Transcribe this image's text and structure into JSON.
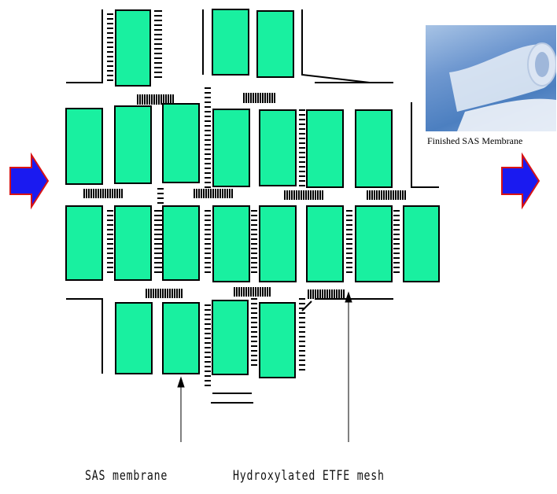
{
  "labels": {
    "photo_caption": "Finished  SAS Membrane",
    "sas_membrane": "SAS membrane",
    "etfe_mesh": "Hydroxylated ETFE mesh"
  },
  "colors": {
    "membrane_fill": "#19F0A0",
    "arrow_fill": "#1A1AF0",
    "arrow_stroke": "#D81414",
    "line": "#000000"
  },
  "icons": {
    "left_arrow": "right-arrow-icon",
    "right_arrow": "right-arrow-icon",
    "photo": "membrane-roll-photo"
  }
}
